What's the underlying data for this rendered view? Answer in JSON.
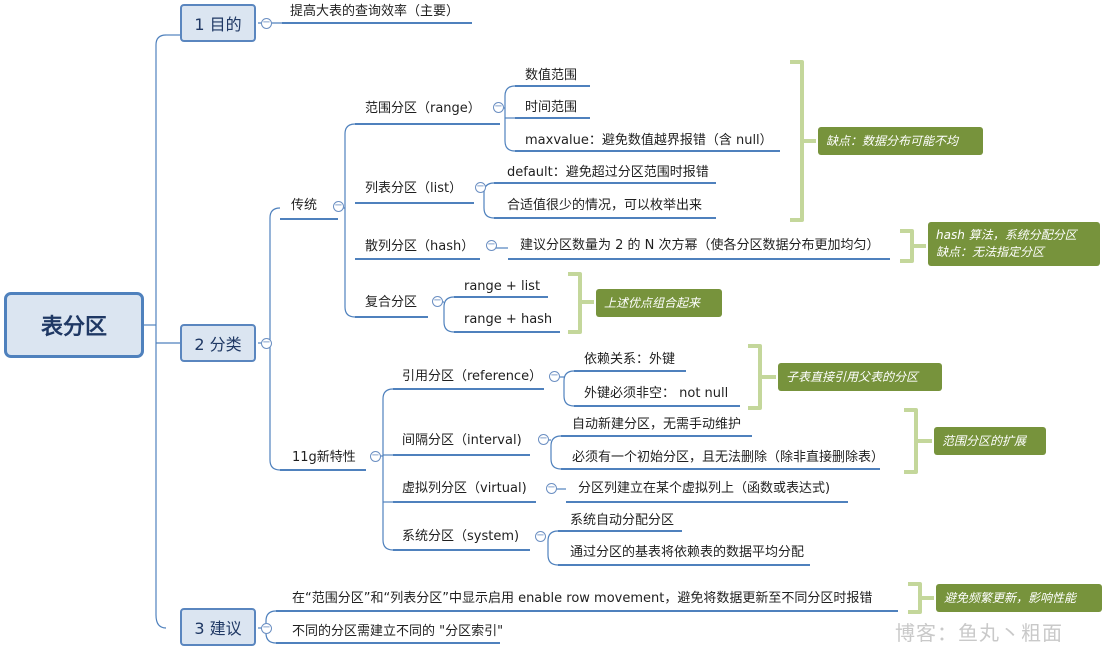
{
  "root": {
    "label": "表分区"
  },
  "branches": {
    "purpose": {
      "label": "1 目的",
      "items": [
        "提高大表的查询效率（主要）"
      ]
    },
    "classification": {
      "label": "2 分类",
      "traditional": {
        "label": "传统",
        "range": {
          "label": "范围分区（range）",
          "items": [
            "数值范围",
            "时间范围",
            "maxvalue：避免数值越界报错（含 null）"
          ]
        },
        "list": {
          "label": "列表分区（list）",
          "items": [
            "default：避免超过分区范围时报错",
            "合适值很少的情况，可以枚举出来"
          ]
        },
        "hash": {
          "label": "散列分区（hash）",
          "items": [
            "建议分区数量为 2 的 N 次方幂（使各分区数据分布更加均匀）"
          ]
        },
        "composite": {
          "label": "复合分区",
          "items": [
            "range + list",
            "range + hash"
          ]
        }
      },
      "new11g": {
        "label": "11g新特性",
        "reference": {
          "label": "引用分区（reference）",
          "items": [
            "依赖关系：外键",
            "外键必须非空： not null"
          ]
        },
        "interval": {
          "label": "间隔分区（interval)",
          "items": [
            "自动新建分区，无需手动维护",
            "必须有一个初始分区，且无法删除（除非直接删除表）"
          ]
        },
        "virtual": {
          "label": "虚拟列分区（virtual)",
          "items": [
            "分区列建立在某个虚拟列上（函数或表达式)"
          ]
        },
        "system": {
          "label": "系统分区（system)",
          "items": [
            "系统自动分配分区",
            "通过分区的基表将依赖表的数据平均分配"
          ]
        }
      }
    },
    "advice": {
      "label": "3 建议",
      "items": [
        "在“范围分区”和“列表分区”中显示启用 enable row movement，避免将数据更新至不同分区时报错",
        "不同的分区需建立不同的 \"分区索引\""
      ]
    }
  },
  "notes": {
    "range_list": [
      "缺点：数据分布可能不均"
    ],
    "hash": [
      "hash 算法，系统分配分区",
      "缺点：无法指定分区"
    ],
    "composite": [
      "上述优点组合起来"
    ],
    "reference": [
      "子表直接引用父表的分区"
    ],
    "interval": [
      "范围分区的扩展"
    ],
    "advice": [
      "避免频繁更新，影响性能"
    ]
  },
  "collapse_symbol": "−",
  "watermark": "博客：鱼丸丶粗面"
}
